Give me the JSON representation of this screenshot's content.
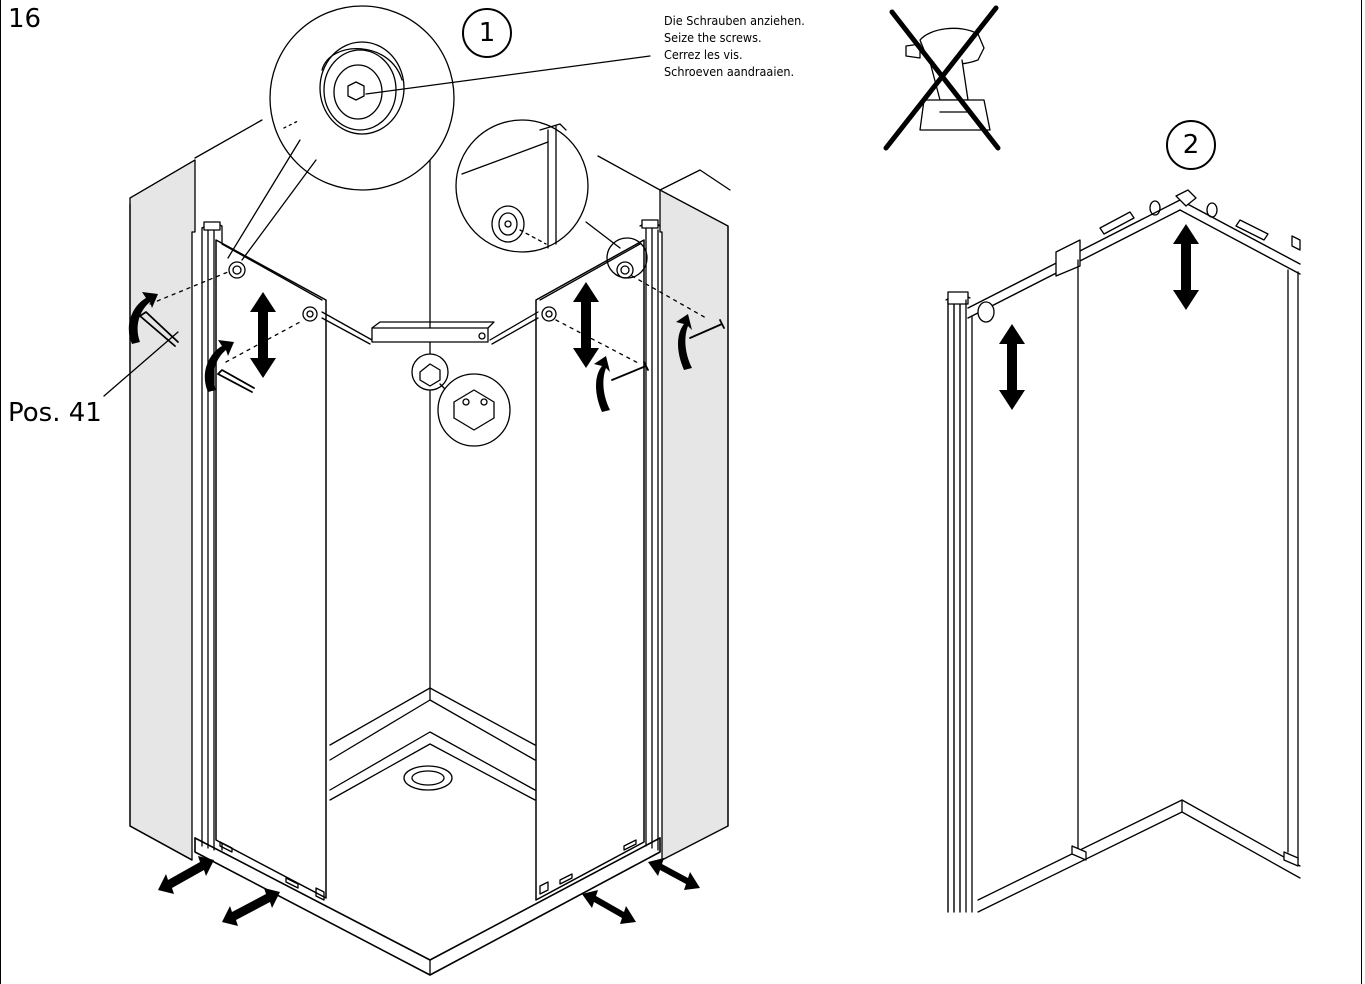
{
  "page_number": "16",
  "step_markers": [
    "1",
    "2"
  ],
  "instructions": [
    "Die Schrauben anziehen.",
    "Seize the screws.",
    "Cerrez les vis.",
    "Schroeven aandraaien."
  ],
  "part_callout": "Pos. 41",
  "icons": {
    "prohibited_tool": "crossed-out-cordless-drill-icon",
    "adjust_arrows": "double-headed-arrow-icon",
    "rotate_arrows": "curved-rotate-arrow-icon",
    "tool": "allen-key-icon"
  }
}
